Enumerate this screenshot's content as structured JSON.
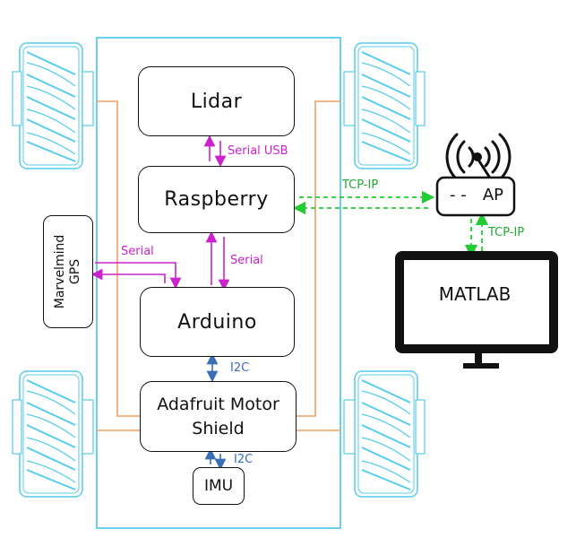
{
  "blocks": {
    "lidar": "Lidar",
    "raspberry": "Raspberry",
    "arduino": "Arduino",
    "motor_shield_line1": "Adafruit Motor",
    "motor_shield_line2": "Shield",
    "imu": "IMU",
    "gps_line1": "Marvelmind",
    "gps_line2": "GPS",
    "ap_dashes": "- -",
    "ap": "AP",
    "matlab": "MATLAB"
  },
  "connections": {
    "lidar_raspberry": "Serial USB",
    "raspberry_arduino": "Serial",
    "gps_arduino": "Serial",
    "arduino_shield": "I2C",
    "shield_imu": "I2C",
    "raspberry_ap": "TCP-IP",
    "ap_matlab": "TCP-IP"
  },
  "colors": {
    "serial": "#cc22cc",
    "i2c": "#3a6fb8",
    "tcp": "#22cc33",
    "chassis": "#55ccee",
    "motor_wire": "#f0a060"
  }
}
